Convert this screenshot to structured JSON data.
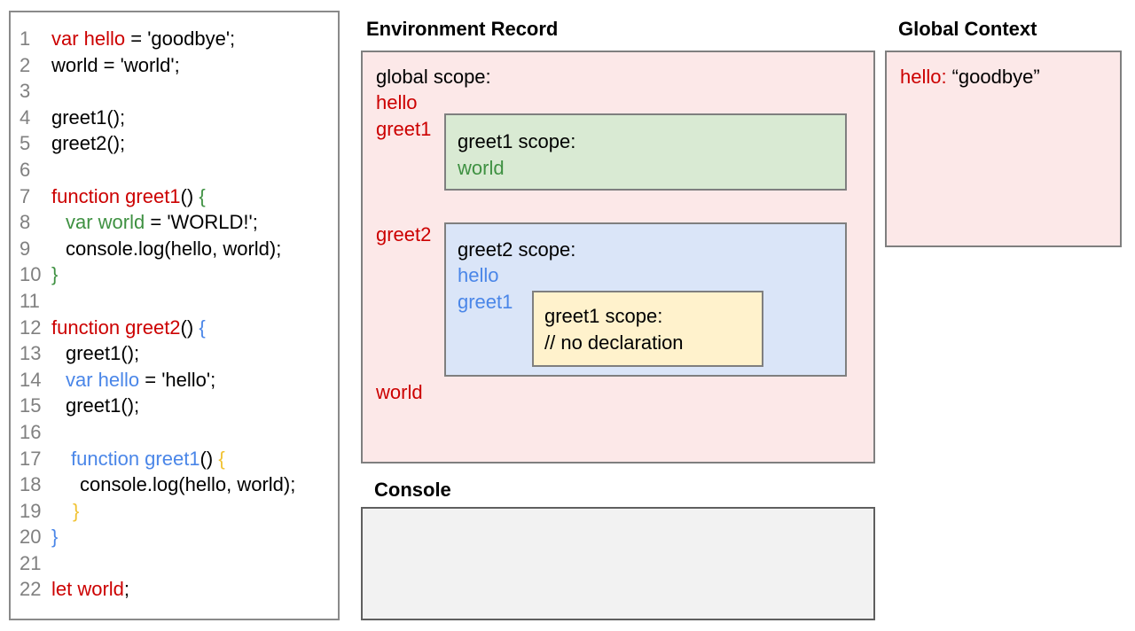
{
  "colors": {
    "keyword_red": "#cc0000",
    "keyword_green": "#3f9142",
    "keyword_blue": "#4a86e8",
    "keyword_gold": "#f1c232",
    "line_number_gray": "#808080",
    "pink_panel_bg": "#fce8e8",
    "green_box_bg": "#d9ead3",
    "blue_box_bg": "#dae5f8",
    "yellow_box_bg": "#fff2cc",
    "console_bg": "#f2f2f2"
  },
  "titles": {
    "environment_record": "Environment Record",
    "global_context": "Global Context",
    "console": "Console"
  },
  "code_panel": {
    "lines": [
      {
        "num": "1",
        "indent": 0,
        "segments": [
          {
            "t": "var hello",
            "c": "red"
          },
          {
            "t": " = 'goodbye';",
            "c": "black"
          }
        ]
      },
      {
        "num": "2",
        "indent": 0,
        "segments": [
          {
            "t": "world = 'world';",
            "c": "black"
          }
        ]
      },
      {
        "num": "3",
        "indent": 0,
        "segments": []
      },
      {
        "num": "4",
        "indent": 0,
        "segments": [
          {
            "t": "greet1();",
            "c": "black"
          }
        ]
      },
      {
        "num": "5",
        "indent": 0,
        "segments": [
          {
            "t": "greet2();",
            "c": "black"
          }
        ]
      },
      {
        "num": "6",
        "indent": 0,
        "segments": []
      },
      {
        "num": "7",
        "indent": 0,
        "segments": [
          {
            "t": "function greet1",
            "c": "red"
          },
          {
            "t": "() ",
            "c": "black"
          },
          {
            "t": "{",
            "c": "green"
          }
        ]
      },
      {
        "num": "8",
        "indent": 16,
        "segments": [
          {
            "t": "var world",
            "c": "green"
          },
          {
            "t": " = 'WORLD!';",
            "c": "black"
          }
        ]
      },
      {
        "num": "9",
        "indent": 16,
        "segments": [
          {
            "t": "console.log(hello, world);",
            "c": "black"
          }
        ]
      },
      {
        "num": "10",
        "indent": 0,
        "segments": [
          {
            "t": "}",
            "c": "green"
          }
        ]
      },
      {
        "num": "11",
        "indent": 0,
        "segments": []
      },
      {
        "num": "12",
        "indent": 0,
        "segments": [
          {
            "t": "function greet2",
            "c": "red"
          },
          {
            "t": "() ",
            "c": "black"
          },
          {
            "t": "{",
            "c": "blue"
          }
        ]
      },
      {
        "num": "13",
        "indent": 16,
        "segments": [
          {
            "t": "greet1();",
            "c": "black"
          }
        ]
      },
      {
        "num": "14",
        "indent": 16,
        "segments": [
          {
            "t": "var hello",
            "c": "blue"
          },
          {
            "t": " = 'hello';",
            "c": "black"
          }
        ]
      },
      {
        "num": "15",
        "indent": 16,
        "segments": [
          {
            "t": "greet1();",
            "c": "black"
          }
        ]
      },
      {
        "num": "16",
        "indent": 0,
        "segments": []
      },
      {
        "num": "17",
        "indent": 22,
        "segments": [
          {
            "t": "function greet1",
            "c": "blue"
          },
          {
            "t": "() ",
            "c": "black"
          },
          {
            "t": "{",
            "c": "gold"
          }
        ]
      },
      {
        "num": "18",
        "indent": 32,
        "segments": [
          {
            "t": "console.log(hello, world);",
            "c": "black"
          }
        ]
      },
      {
        "num": "19",
        "indent": 24,
        "segments": [
          {
            "t": "}",
            "c": "gold"
          }
        ]
      },
      {
        "num": "20",
        "indent": 0,
        "segments": [
          {
            "t": "}",
            "c": "blue"
          }
        ]
      },
      {
        "num": "21",
        "indent": 0,
        "segments": []
      },
      {
        "num": "22",
        "indent": 0,
        "segments": [
          {
            "t": "let world",
            "c": "red"
          },
          {
            "t": ";",
            "c": "black"
          }
        ]
      }
    ]
  },
  "environment_record": {
    "scope_label": "global scope:",
    "var_hello": "hello",
    "var_greet1": "greet1",
    "var_greet2": "greet2",
    "var_world": "world",
    "greet1_scope": {
      "label": "greet1 scope:",
      "var_world": "world"
    },
    "greet2_scope": {
      "label": "greet2 scope:",
      "var_hello": "hello",
      "var_greet1": "greet1",
      "greet1_inner_scope": {
        "label": "greet1 scope:",
        "comment": "// no declaration"
      }
    }
  },
  "global_context": {
    "entry_name": "hello:",
    "entry_value": "“goodbye”"
  },
  "console": {
    "content": ""
  }
}
